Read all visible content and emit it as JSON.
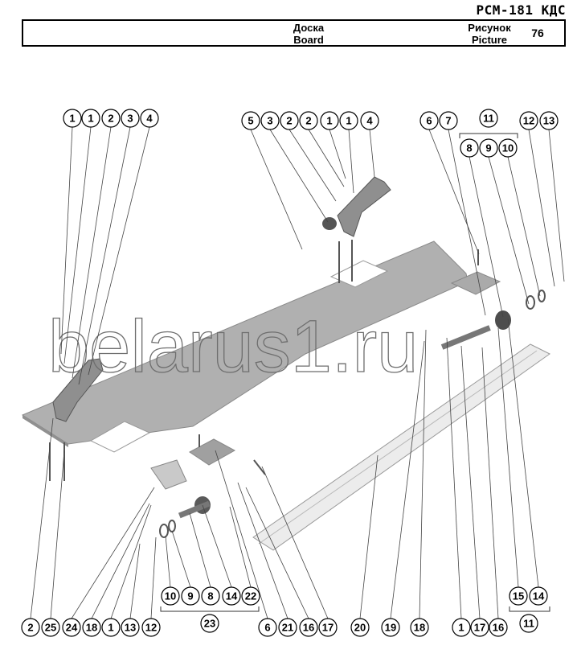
{
  "model": "РСМ-181 КДС",
  "header": {
    "name_ru": "Доска",
    "name_en": "Board",
    "picture_ru": "Рисунок",
    "picture_en": "Picture",
    "picture_number": "76"
  },
  "watermark": "belarus1.ru",
  "callouts": {
    "top_left": [
      "1",
      "1",
      "2",
      "3",
      "4"
    ],
    "top_center": [
      "5",
      "3",
      "2",
      "2",
      "1",
      "1",
      "4"
    ],
    "top_right": [
      "6",
      "7"
    ],
    "group_11_top": "11",
    "group_11_top_items": [
      "8",
      "9",
      "10"
    ],
    "top_far_right": [
      "12",
      "13"
    ],
    "bottom_row": [
      "2",
      "25",
      "24",
      "18",
      "1",
      "13",
      "12",
      "6",
      "21",
      "16",
      "17",
      "20",
      "19",
      "18",
      "1",
      "17",
      "16"
    ],
    "group_23_items": [
      "10",
      "9",
      "8",
      "14",
      "22"
    ],
    "group_23": "23",
    "group_11_bottom_items": [
      "15",
      "14"
    ],
    "group_11_bottom": "11"
  }
}
